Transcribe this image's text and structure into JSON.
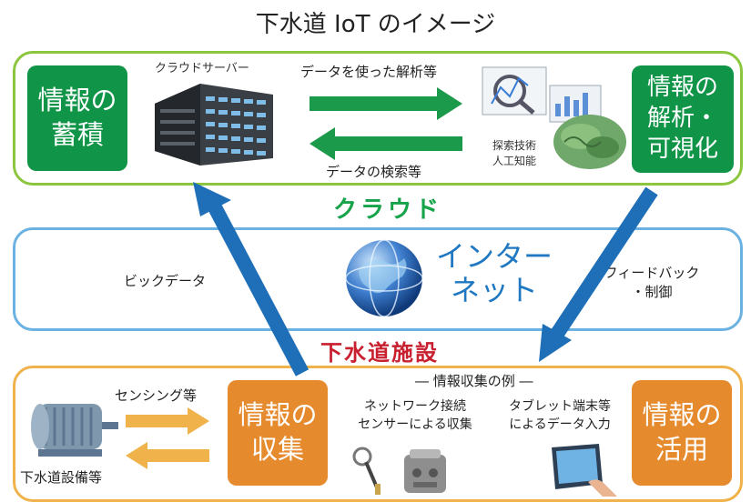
{
  "title": "下水道 IoT のイメージ",
  "cloud": {
    "section_label": "クラウド",
    "box_storage": "情報の\n蓄積",
    "server_caption": "クラウドサーバー",
    "arrow_right_label": "データを使った解析等",
    "arrow_left_label": "データの検索等",
    "ai_caption": "探索技術\n人工知能",
    "box_analysis": "情報の\n解析・\n可視化"
  },
  "network": {
    "internet_label": "インター\nネット",
    "left_flow_label": "ビックデータ",
    "right_flow_label": "フィードバック\n・制御"
  },
  "sewer": {
    "section_label": "下水道施設",
    "sensing_label": "センシング等",
    "equipment_label": "下水道設備等",
    "box_collection": "情報の\n収集",
    "examples_heading": "― 情報収集の例 ―",
    "example_network": "ネットワーク接続\nセンサーによる収集",
    "example_tablet": "タブレット端末等\nによるデータ入力",
    "box_usage": "情報の\n活用"
  },
  "colors": {
    "green": "#109447",
    "orange": "#e68a2e",
    "blue_arrow": "#1f6fb8",
    "arrow_green": "#1a9a4a",
    "arrow_yellow": "#f0b24a"
  }
}
